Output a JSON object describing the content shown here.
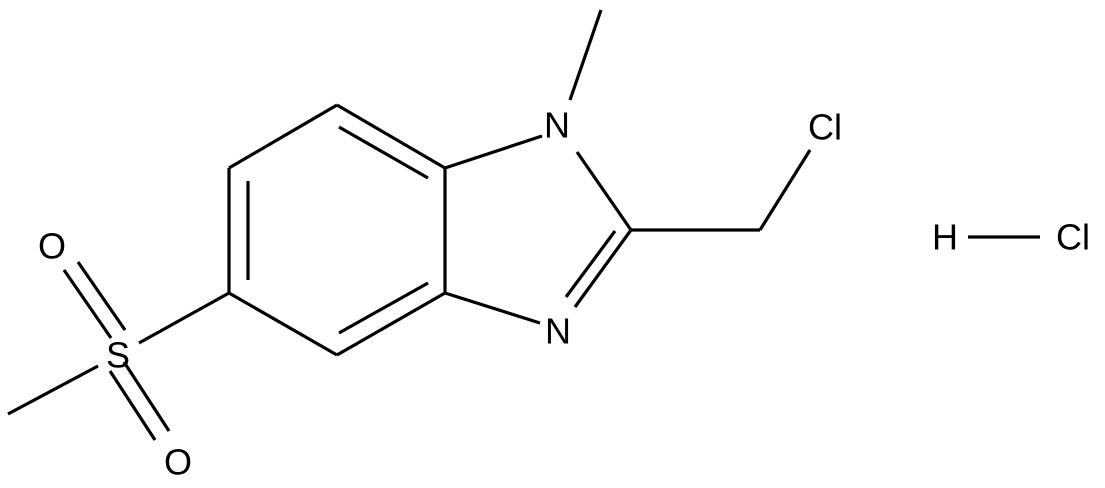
{
  "atoms": {
    "n1": "N",
    "n3": "N",
    "cl_chloromethyl": "Cl",
    "sulfur": "S",
    "o_top": "O",
    "o_bottom": "O",
    "salt_h": "H",
    "salt_cl": "Cl"
  },
  "colors": {
    "background": "#ffffff",
    "ink": "#000000"
  }
}
